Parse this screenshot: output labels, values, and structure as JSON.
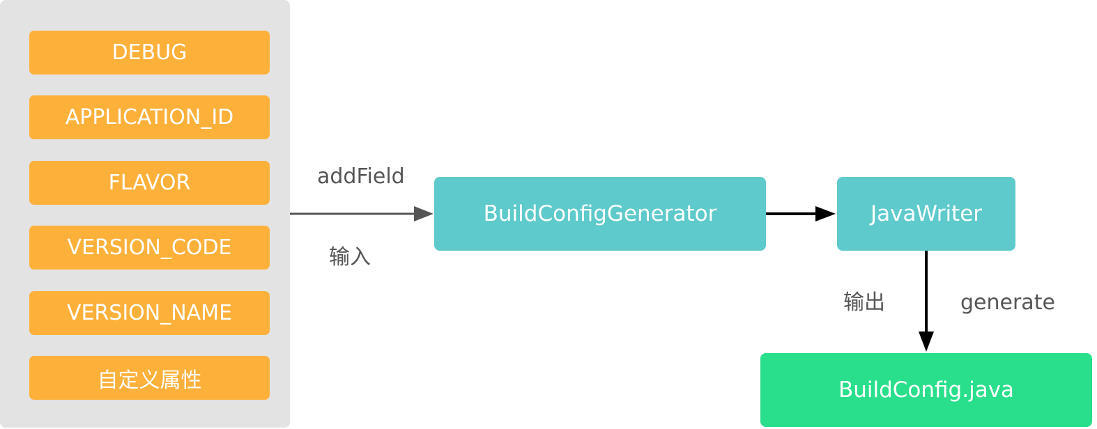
{
  "fields": [
    {
      "label": "DEBUG"
    },
    {
      "label": "APPLICATION_ID"
    },
    {
      "label": "FLAVOR"
    },
    {
      "label": "VERSION_CODE"
    },
    {
      "label": "VERSION_NAME"
    },
    {
      "label": "自定义属性"
    }
  ],
  "nodes": {
    "generator": "BuildConfigGenerator",
    "writer": "JavaWriter",
    "output": "BuildConfig.java"
  },
  "edge_labels": {
    "add_field": "addField",
    "input": "输入",
    "output": "输出",
    "generate": "generate"
  },
  "colors": {
    "field_fill": "#fdb03a",
    "panel_fill": "#e3e3e3",
    "process_fill": "#5ecacc",
    "output_fill": "#29df8c",
    "input_arrow": "#555555",
    "flow_arrow": "#000000"
  }
}
